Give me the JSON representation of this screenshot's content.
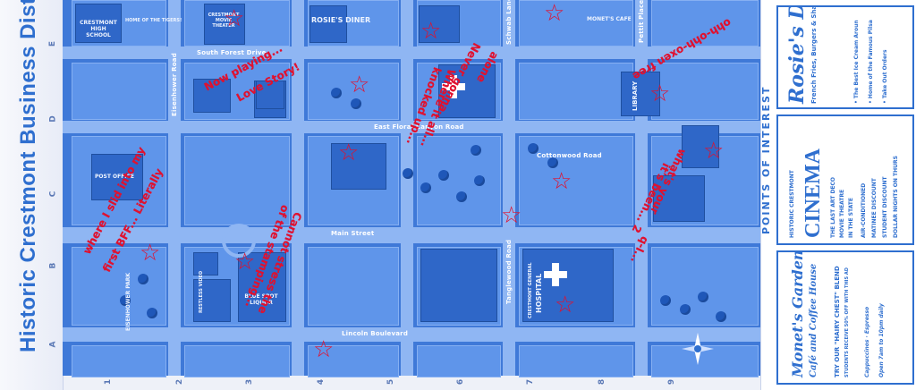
{
  "title": "Historic Crestmont Business Distr",
  "grid": {
    "letters": [
      "A",
      "B",
      "C",
      "D",
      "E"
    ],
    "numbers": [
      "1",
      "2",
      "3",
      "4",
      "5",
      "6",
      "7",
      "8",
      "9"
    ]
  },
  "streets": {
    "main": "Main Street",
    "lincoln": "Lincoln Boulevard",
    "floral": "East Floral Canyon Road",
    "cottonwood": "Cottonwood Road",
    "eisenhower": "Eisenhower Road",
    "tanglewood": "Tanglewood Road",
    "forest": "South Forest Drive",
    "schwab": "Schwab Lane",
    "pettit": "Pettit Place"
  },
  "places": {
    "high_school": "CRESTMONT HIGH SCHOOL",
    "tigers": "Home of the TIGERS!",
    "post_office": "POST OFFICE",
    "park": "EISENHOWER PARK",
    "library": "LIBRARY",
    "hospital_small": "CRESTMONT GENERAL",
    "hospital": "HOSPITAL",
    "blue_spot": "BLUE SPOT LIQUOR",
    "movie_theater": "CRESTMONT MOVIE THEATER",
    "monets": "Monet's Cafe",
    "rosies": "Rosie's Diner",
    "restless": "RESTLESS VIDEO"
  },
  "poi": {
    "heading": "POINTS OF INTEREST",
    "rosies": {
      "name": "Rosie's Diner",
      "tagline": "French Fries, Burgers & Shakes... Oh",
      "line1": "• The Best Ice Cream Aroun",
      "line2": "• Home of the Famous Pilsa",
      "line3": "• Take Out Orders"
    },
    "cinema": {
      "top": "HISTORIC CRESTMONT",
      "name": "CINEMA",
      "line1": "THE LAST ART DECO",
      "line2": "MOVIE THEATRE",
      "line3": "IN THE STATE",
      "b1": "AIR-CONDITIONED",
      "b2": "MATINEE DISCOUNT",
      "b3": "STUDENT DISCOUNT",
      "b4": "DOLLAR NIGHTS ON THURS"
    },
    "monets": {
      "name": "Monet's Garden",
      "sub": "Café and Coffee House",
      "promo": "TRY OUR \"HAIRY CHEST\" BLEND",
      "promo2": "STUDENTS RECEIVE 50% OFF WITH THIS AD",
      "drinks": "Cappuccinos · Espresso",
      "hours": "Open 7am to 10pm daily"
    }
  },
  "annotations": {
    "a1": "where I slid into my",
    "a2": "first BFF... Literally",
    "a3": "Now playing...",
    "a4": "Love Story!",
    "a5": "Cannot stress the",
    "a6": "of the stamping...",
    "a7": "Never gonna",
    "a8": "alone",
    "a9": "Where it all...",
    "a10": "knocked up...",
    "a11": "ohh-ohh-oxen free",
    "a12": "what's your",
    "a13": "it's been... 2",
    "a14": "q-l..."
  },
  "colors": {
    "map_bg": "#3f79d8",
    "accent": "#2f6fcf",
    "ink": "#e0112f"
  }
}
